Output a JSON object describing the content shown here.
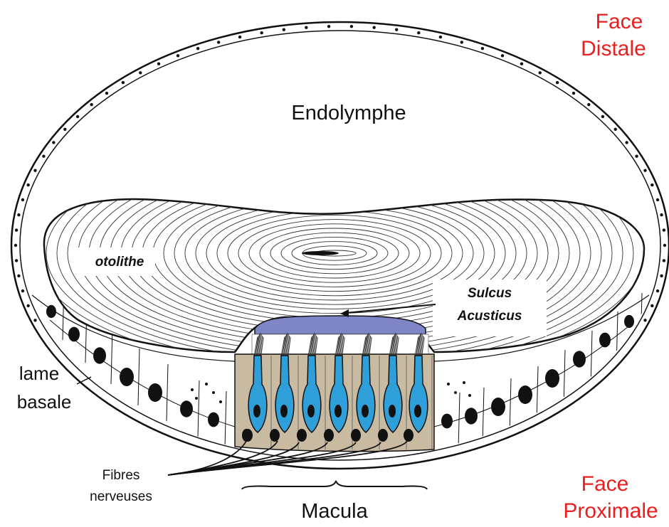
{
  "labels": {
    "face_distale_1": "Face",
    "face_distale_2": "Distale",
    "face_proximale_1": "Face",
    "face_proximale_2": "Proximale",
    "endolymphe": "Endolymphe",
    "otolithe": "otolithe",
    "sulcus_1": "Sulcus",
    "sulcus_2": "Acusticus",
    "lame_1": "lame",
    "lame_2": "basale",
    "fibres_1": "Fibres",
    "fibres_2": "nerveuses",
    "macula": "Macula"
  },
  "colors": {
    "label_red": "#e8201f",
    "hair_cell_blue": "#2e9fd8",
    "macula_tan": "#c8bba2",
    "sulcus_violet": "#7f86c8"
  }
}
